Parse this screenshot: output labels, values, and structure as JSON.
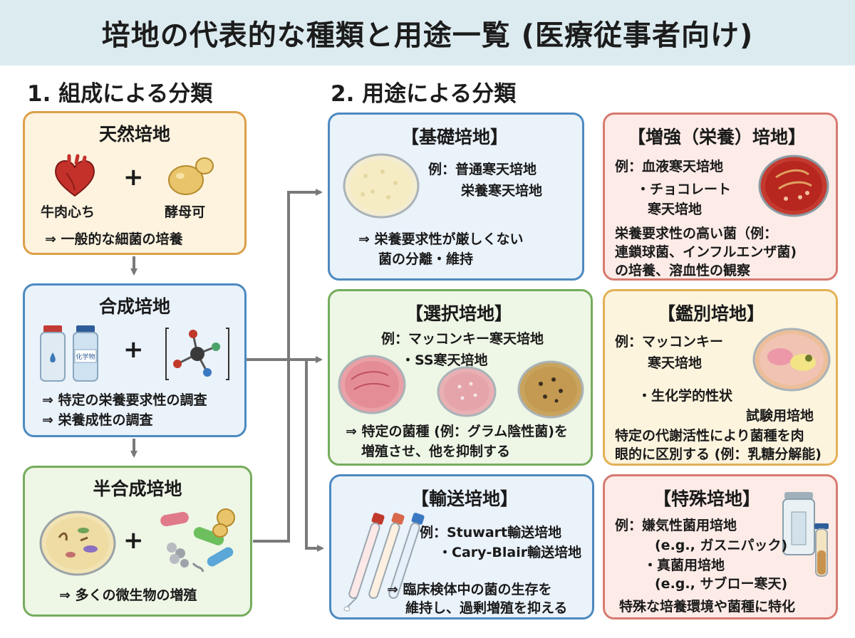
{
  "title": "培地の代表的な種類と用途一覧 (医療従事者向け)",
  "section1": {
    "title": "1. 組成による分類",
    "natural": {
      "heading": "天然培地",
      "item1": "牛肉心ち",
      "item2": "酵母可",
      "plus": "+",
      "use": "⇒ 一般的な細菌の培養"
    },
    "synthetic": {
      "heading": "合成培地",
      "bottle_label": "化学物",
      "plus": "+",
      "use1": "⇒ 特定の栄養要求性の調査",
      "use2": "⇒ 栄養成性の調査"
    },
    "semi": {
      "heading": "半合成培地",
      "plus": "+",
      "use": "⇒ 多くの微生物の増殖"
    }
  },
  "section2": {
    "title": "2. 用途による分類",
    "basic": {
      "heading": "【基礎培地】",
      "ex1": "例：普通寒天培地",
      "ex2": "栄養寒天培地",
      "use1": "⇒ 栄養要求性が厳しくない",
      "use2": "菌の分離・維持"
    },
    "enriched": {
      "heading": "【増強（栄養）培地】",
      "ex1": "例：血液寒天培地",
      "ex2": "・チョコレート",
      "ex3": "寒天培地",
      "use1": "栄養要求性の高い菌（例：",
      "use2": "連鎖球菌、インフルエンザ菌)",
      "use3": "の培養、溶血性の観察"
    },
    "selective": {
      "heading": "【選択培地】",
      "ex1": "例：マッコンキー寒天培地",
      "ex2": "・SS寒天培地",
      "use1": "⇒ 特定の菌種 (例：グラム陰性菌)を",
      "use2": "増殖させ、他を抑制する"
    },
    "differential": {
      "heading": "【鑑別培地】",
      "ex1": "例：マッコンキー",
      "ex2": "寒天培地",
      "ex3": "・生化学的性状",
      "ex4": "試験用培地",
      "use1": "特定の代謝活性により菌種を肉",
      "use2": "眼的に区別する (例：乳糖分解能)"
    },
    "transport": {
      "heading": "【輸送培地】",
      "ex1": "例：Stuwart輸送培地",
      "ex2": "・Cary-Blair輸送培地",
      "use1": "⇒ 臨床検体中の菌の生存を",
      "use2": "維持し、過剰増殖を抑える"
    },
    "special": {
      "heading": "【特殊培地】",
      "ex1": "例：嫌気性菌用培地",
      "ex2": "(e.g., ガスニパック)",
      "ex3": "・真菌用培地",
      "ex4": "(e.g., サブロー寒天)",
      "use1": "特殊な培養環境や菌種に特化"
    }
  },
  "colors": {
    "banner": "#dcebf0",
    "orange_border": "#dba04a",
    "blue_border": "#4d8ac0",
    "green_border": "#76ac5c",
    "red_border": "#d77a70",
    "gold_border": "#e3b156",
    "connector": "#7a7a7a"
  },
  "icons": [
    "heart-icon",
    "yeast-icon",
    "bottle-icon",
    "molecule-icon",
    "petri-dish-icon",
    "test-tube-icon",
    "swab-icon",
    "anaerobic-jar-icon"
  ]
}
